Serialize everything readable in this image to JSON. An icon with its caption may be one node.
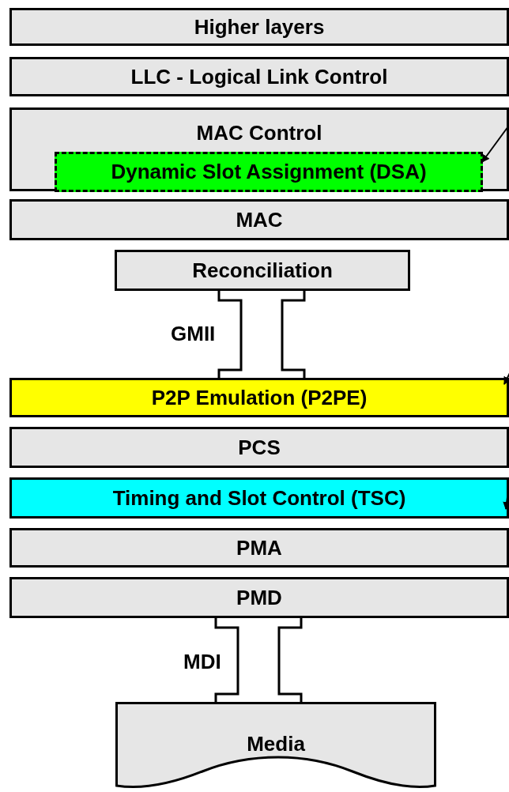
{
  "diagram": {
    "nodes": [
      {
        "text": [
          "Higher layers"
        ]
      },
      {
        "text": [
          "LLC - Logical Link Control"
        ]
      },
      {
        "text": [
          "MAC Control"
        ]
      },
      {
        "text": [
          "Dynamic Slot Assignment (DSA)"
        ],
        "in": 2
      },
      {
        "text": [
          "MAC"
        ]
      },
      {
        "text": [
          "Reconciliation"
        ]
      },
      {
        "text": [
          "P2P Emulation (P2PE)"
        ]
      },
      {
        "text": [
          "PCS"
        ]
      },
      {
        "text": [
          "Timing and Slot Control (TSC)"
        ]
      },
      {
        "text": [
          "PMA"
        ]
      },
      {
        "text": [
          "PMD"
        ]
      },
      {
        "text": [
          "Media"
        ]
      }
    ],
    "edges": [
      {
        "from": 5,
        "to": 6,
        "arrow": "none",
        "label": "GMII"
      },
      {
        "from": 10,
        "to": 11,
        "arrow": "none",
        "label": "MDI"
      },
      {
        "from": null,
        "to": 3,
        "arrow": "to"
      },
      {
        "from": null,
        "to": 6,
        "arrow": "to"
      },
      {
        "from": null,
        "to": 8,
        "arrow": "to"
      }
    ]
  }
}
